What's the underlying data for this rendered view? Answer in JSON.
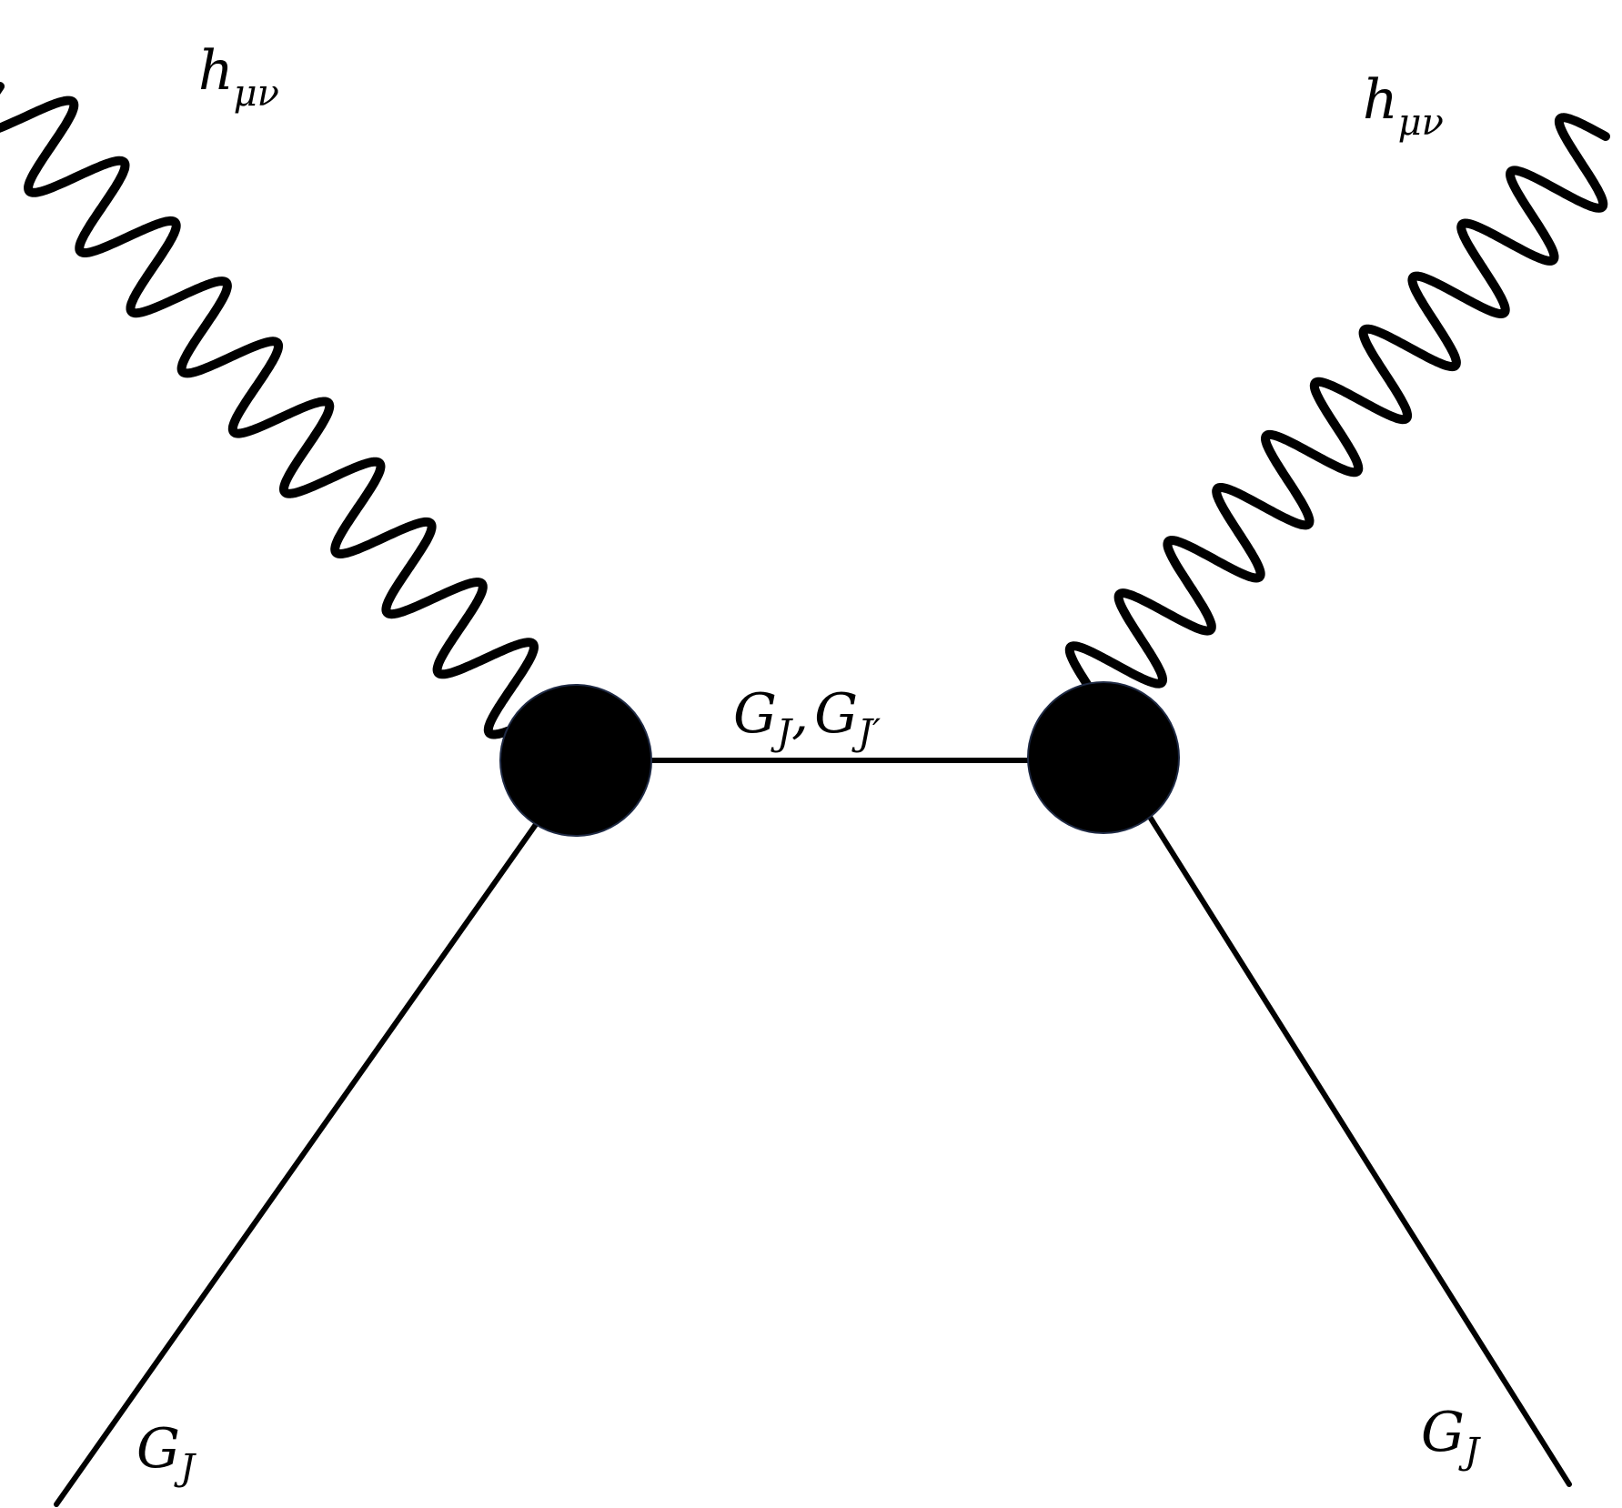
{
  "labels": {
    "graviton_left": {
      "main": "h",
      "sub": "μν"
    },
    "graviton_right": {
      "main": "h",
      "sub": "μν"
    },
    "propagator": {
      "main1": "G",
      "sub1": "J",
      "sep": ",",
      "main2": "G",
      "sub2": "J′"
    },
    "leg_left": {
      "main": "G",
      "sub": "J"
    },
    "leg_right": {
      "main": "G",
      "sub": "J"
    }
  }
}
